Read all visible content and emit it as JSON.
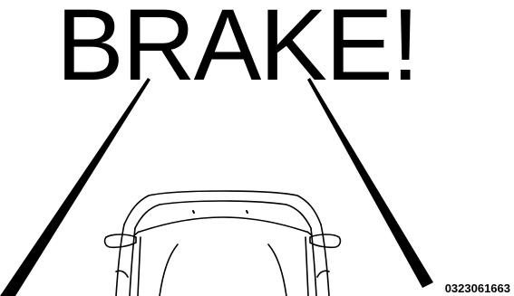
{
  "warning": {
    "text": "BRAKE!",
    "color": "#000000"
  },
  "figure": {
    "code": "0323061663"
  },
  "illustration": {
    "subject": "vehicle-top-view-icon",
    "lane_lines": "converging-lane-lines"
  }
}
